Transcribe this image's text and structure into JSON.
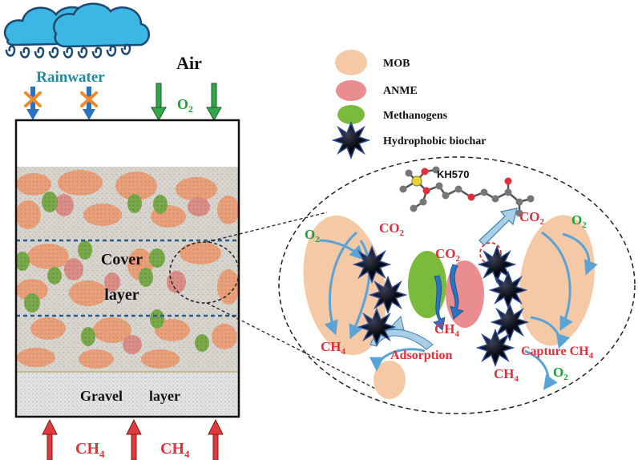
{
  "colors": {
    "mob": "#f6c9a6",
    "anme": "#e98d90",
    "methanogens": "#7bbb3c",
    "biochar": "#0a0f1c",
    "biochar_edge": "#2c4b8f",
    "arrow_red": "#e03a3e",
    "arrow_green": "#34a64a",
    "arrow_blue": "#2a73c0",
    "cloud": "#3cb6e3",
    "flow_blue": "#5aa3d6"
  },
  "top": {
    "rainwater": "Rainwater",
    "air": "Air",
    "o2": "O",
    "o2_sub": "2"
  },
  "column": {
    "cover_line1": "Cover",
    "cover_line2": "layer",
    "gravel_word1": "Gravel",
    "gravel_word2": "layer"
  },
  "bottom": {
    "ch4_left": "CH",
    "ch4_left_sub": "4",
    "ch4_right": "CH",
    "ch4_right_sub": "4"
  },
  "legend": {
    "items": [
      {
        "label": "MOB",
        "icon": "mob-circle-icon"
      },
      {
        "label": "ANME",
        "icon": "anme-circle-icon"
      },
      {
        "label": "Methanogens",
        "icon": "methanogen-circle-icon"
      },
      {
        "label": "Hydrophobic biochar",
        "icon": "biochar-star-icon"
      }
    ]
  },
  "zoom": {
    "kh570": "KH570",
    "co2_left": "CO",
    "co2_left_sub": "2",
    "co2_mid": "CO",
    "co2_mid_sub": "2",
    "co2_right": "CO",
    "co2_right_sub": "2",
    "o2_left": "O",
    "o2_left_sub": "2",
    "o2_right": "O",
    "o2_right_sub": "2",
    "o2_bottom": "O",
    "o2_bottom_sub": "2",
    "ch4_left": "CH",
    "ch4_left_sub": "4",
    "ch4_mid": "CH",
    "ch4_mid_sub": "4",
    "ch4_bottom": "CH",
    "ch4_bottom_sub": "4",
    "adsorption": "Adsorption",
    "capture": "Capture CH",
    "capture_sub": "4"
  }
}
